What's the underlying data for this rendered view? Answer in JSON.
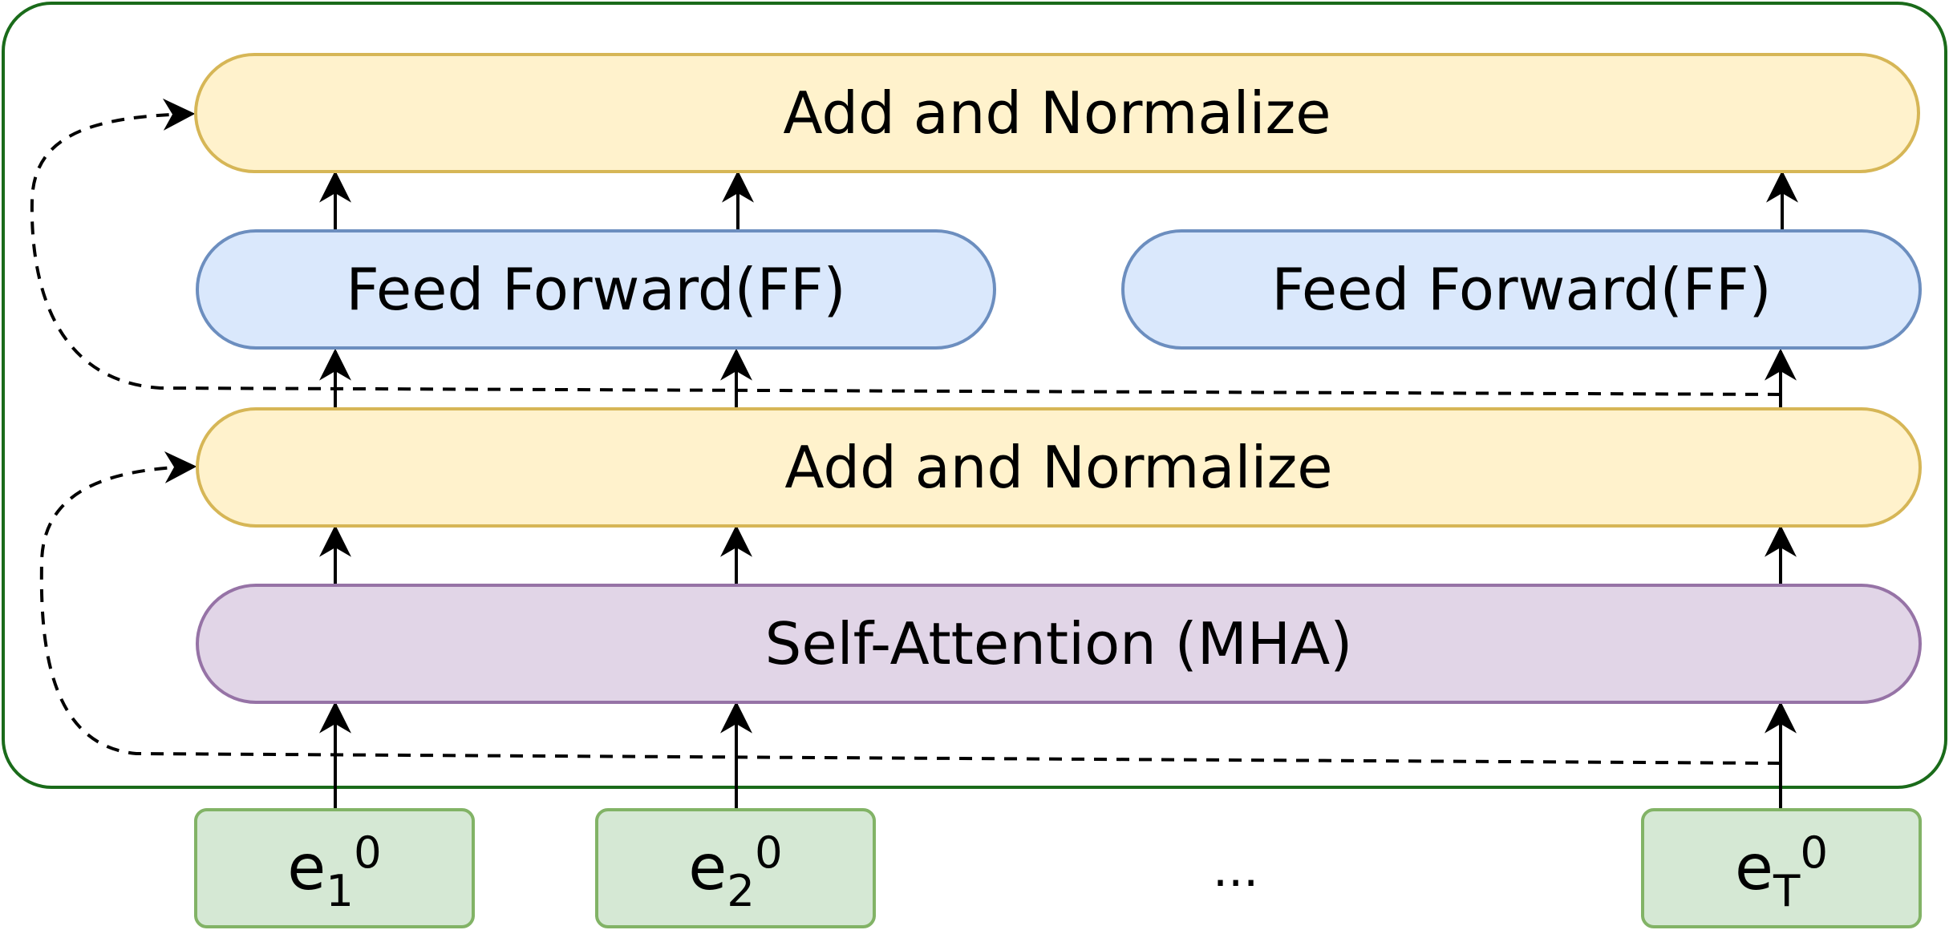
{
  "blocks": {
    "add_norm_top": "Add and Normalize",
    "ff_left": "Feed Forward(FF)",
    "ff_right": "Feed Forward(FF)",
    "add_norm_bottom": "Add and Normalize",
    "self_attention": "Self-Attention (MHA)"
  },
  "inputs": [
    {
      "base": "e",
      "sub": "1",
      "sup": "0"
    },
    {
      "base": "e",
      "sub": "2",
      "sup": "0"
    },
    {
      "base": "e",
      "sub": "T",
      "sup": "0"
    }
  ],
  "ellipsis": "...",
  "colors": {
    "outer_border": "#1a6b1a",
    "yellow_fill": "#fff2cc",
    "yellow_border": "#d6b656",
    "blue_fill": "#dae8fc",
    "blue_border": "#6c8ebf",
    "purple_fill": "#e1d5e7",
    "purple_border": "#9673a6",
    "green_fill": "#d5e8d4",
    "green_border": "#82b366"
  }
}
